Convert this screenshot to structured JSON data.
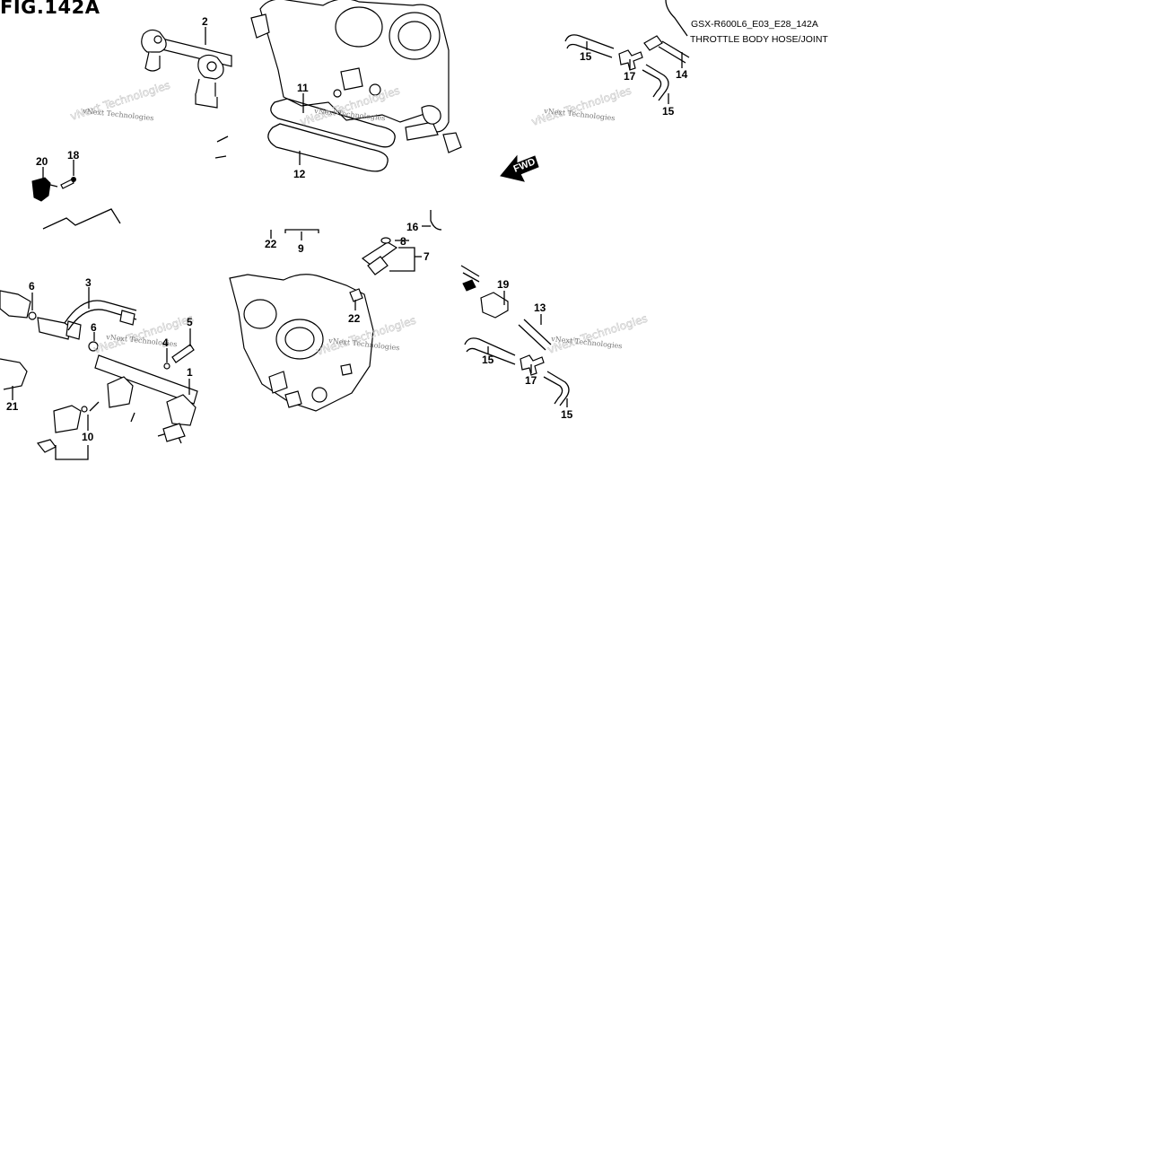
{
  "header": {
    "figure_title": "FIG.142A",
    "model_code": "GSX-R600L6_E03_E28_142A",
    "diagram_title": "THROTTLE BODY HOSE/JOINT"
  },
  "watermark": "vNext Technologies",
  "fwd_indicator": "FWD",
  "callouts": [
    "2",
    "11",
    "12",
    "20",
    "18",
    "15",
    "17",
    "14",
    "15",
    "22",
    "9",
    "16",
    "8",
    "7",
    "22",
    "19",
    "13",
    "6",
    "3",
    "5",
    "4",
    "1",
    "6",
    "21",
    "10",
    "15",
    "17",
    "15"
  ]
}
